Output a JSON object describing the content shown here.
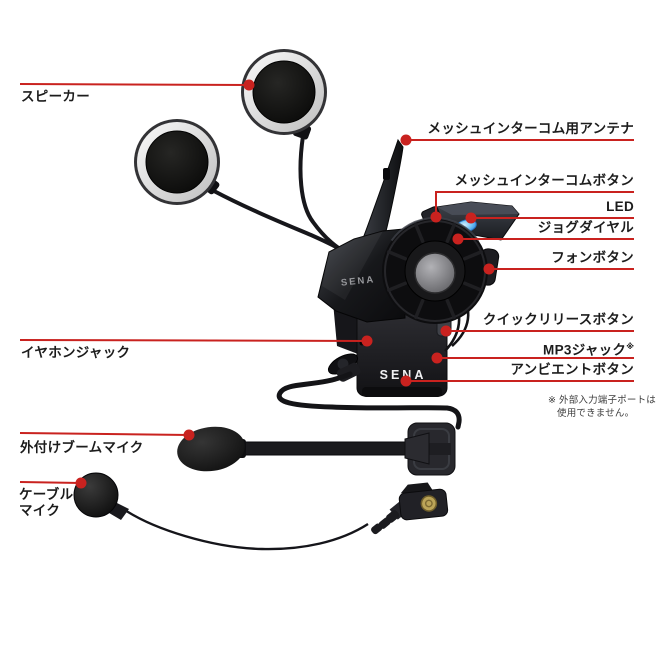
{
  "colors": {
    "accent_red": "#c9221f",
    "label_text": "#1c1c1c",
    "note_text": "#3d3d3d",
    "led_blue": "#56b6f2"
  },
  "labels": {
    "speaker": "スピーカー",
    "mesh_antenna": "メッシュインターコム用アンテナ",
    "mesh_button": "メッシュインターコムボタン",
    "led": "LED",
    "jog_dial": "ジョグダイヤル",
    "phone_button": "フォンボタン",
    "quick_release_button": "クイックリリースボタン",
    "mp3_jack": "MP3ジャック",
    "mp3_jack_sup": "※",
    "ambient_button": "アンビエントボタン",
    "earphone_jack": "イヤホンジャック",
    "external_boom_mic": "外付けブームマイク",
    "cable_mic_line1": "ケーブル",
    "cable_mic_line2": "マイク"
  },
  "note": {
    "line1": "※ 外部入力端子ポートは",
    "line2": "使用できません。"
  },
  "device": {
    "brand_side": "SENA",
    "brand_mount": "SENA"
  }
}
